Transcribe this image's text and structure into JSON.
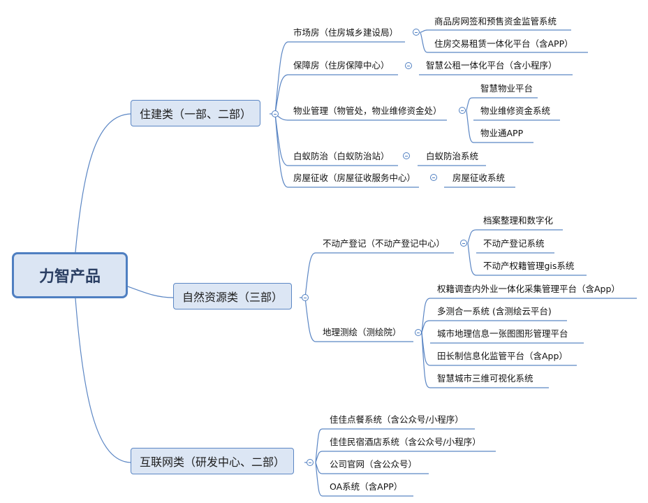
{
  "root": "力智产品",
  "categories": {
    "zhujian": "住建类（一部、二部）",
    "ziran": "自然资源类（三部）",
    "hulian": "互联网类（研发中心、二部）"
  },
  "zhujian": {
    "shichang": "市场房（住房城乡建设局）",
    "shichang_items": [
      "商品房网签和预售资金监管系统",
      "住房交易租赁一体化平台（含APP）"
    ],
    "baozhang": "保障房（住房保障中心）",
    "baozhang_items": [
      "智慧公租一体化平台（含小程序）"
    ],
    "wuye": "物业管理（物管处，物业维修资金处）",
    "wuye_items": [
      "智慧物业平台",
      "物业维修资金系统",
      "物业通APP"
    ],
    "baiyi": "白蚁防治（白蚁防治站）",
    "baiyi_items": [
      "白蚁防治系统"
    ],
    "zhengshou": "房屋征收（房屋征收服务中心）",
    "zhengshou_items": [
      "房屋征收系统"
    ]
  },
  "ziran": {
    "budongchan": "不动产登记（不动产登记中心）",
    "budongchan_items": [
      "档案整理和数字化",
      "不动产登记系统",
      "不动产权籍管理gis系统"
    ],
    "cehui": "地理测绘（测绘院）",
    "cehui_items": [
      "权籍调查内外业一体化采集管理平台（含App）",
      "多测合一系统 (含测绘云平台)",
      "城市地理信息一张图图形管理平台",
      "田长制信息化监管平台（含App）",
      "智慧城市三维可视化系统"
    ]
  },
  "hulian": {
    "items": [
      "佳佳点餐系统（含公众号/小程序）",
      "佳佳民宿酒店系统（含公众号/小程序）",
      "公司官网（含公众号）",
      "OA系统（含APP）"
    ]
  }
}
